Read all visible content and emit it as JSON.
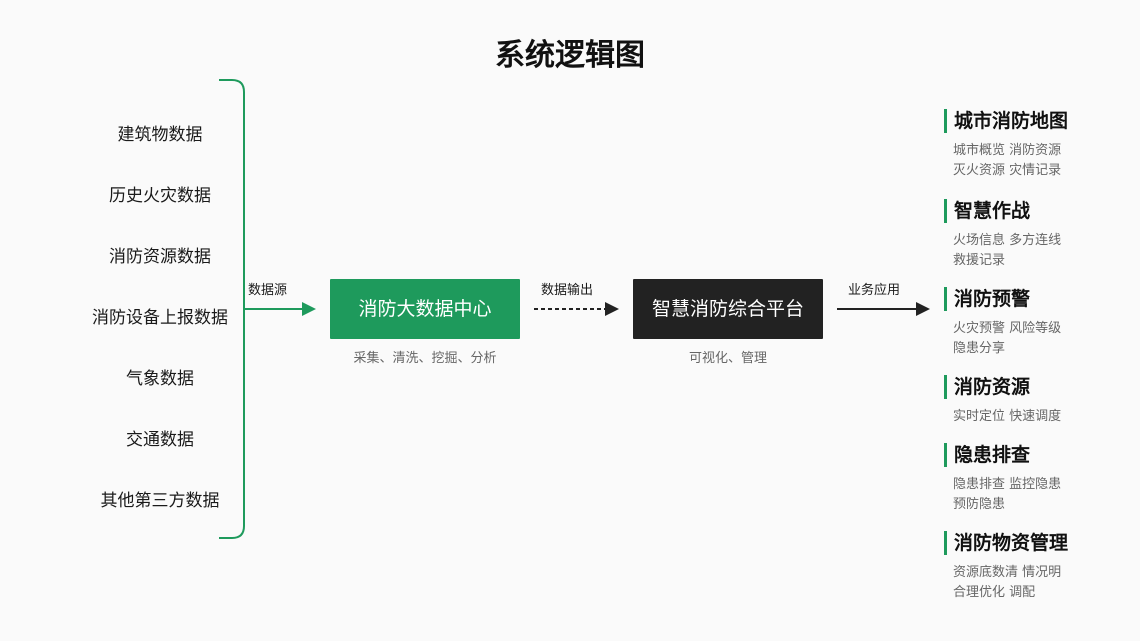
{
  "title": "系统逻辑图",
  "sources": [
    "建筑物数据",
    "历史火灾数据",
    "消防资源数据",
    "消防设备上报数据",
    "气象数据",
    "交通数据",
    "其他第三方数据"
  ],
  "edges": {
    "source_label": "数据源",
    "output_label": "数据输出",
    "app_label": "业务应用"
  },
  "data_center": {
    "label": "消防大数据中心",
    "caption": "采集、清洗、挖掘、分析"
  },
  "platform": {
    "label": "智慧消防综合平台",
    "caption": "可视化、管理"
  },
  "modules": [
    {
      "title": "城市消防地图",
      "lines": [
        "城市概览 消防资源",
        "灭火资源 灾情记录"
      ]
    },
    {
      "title": "智慧作战",
      "lines": [
        "火场信息 多方连线",
        "救援记录"
      ]
    },
    {
      "title": "消防预警",
      "lines": [
        "火灾预警 风险等级",
        "隐患分享"
      ]
    },
    {
      "title": "消防资源",
      "lines": [
        "实时定位 快速调度"
      ]
    },
    {
      "title": "隐患排查",
      "lines": [
        "隐患排查 监控隐患",
        "预防隐患"
      ]
    },
    {
      "title": "消防物资管理",
      "lines": [
        "资源底数清 情况明",
        "合理优化 调配"
      ]
    }
  ],
  "colors": {
    "accent": "#1e9a5c",
    "dark_box": "#222222"
  }
}
